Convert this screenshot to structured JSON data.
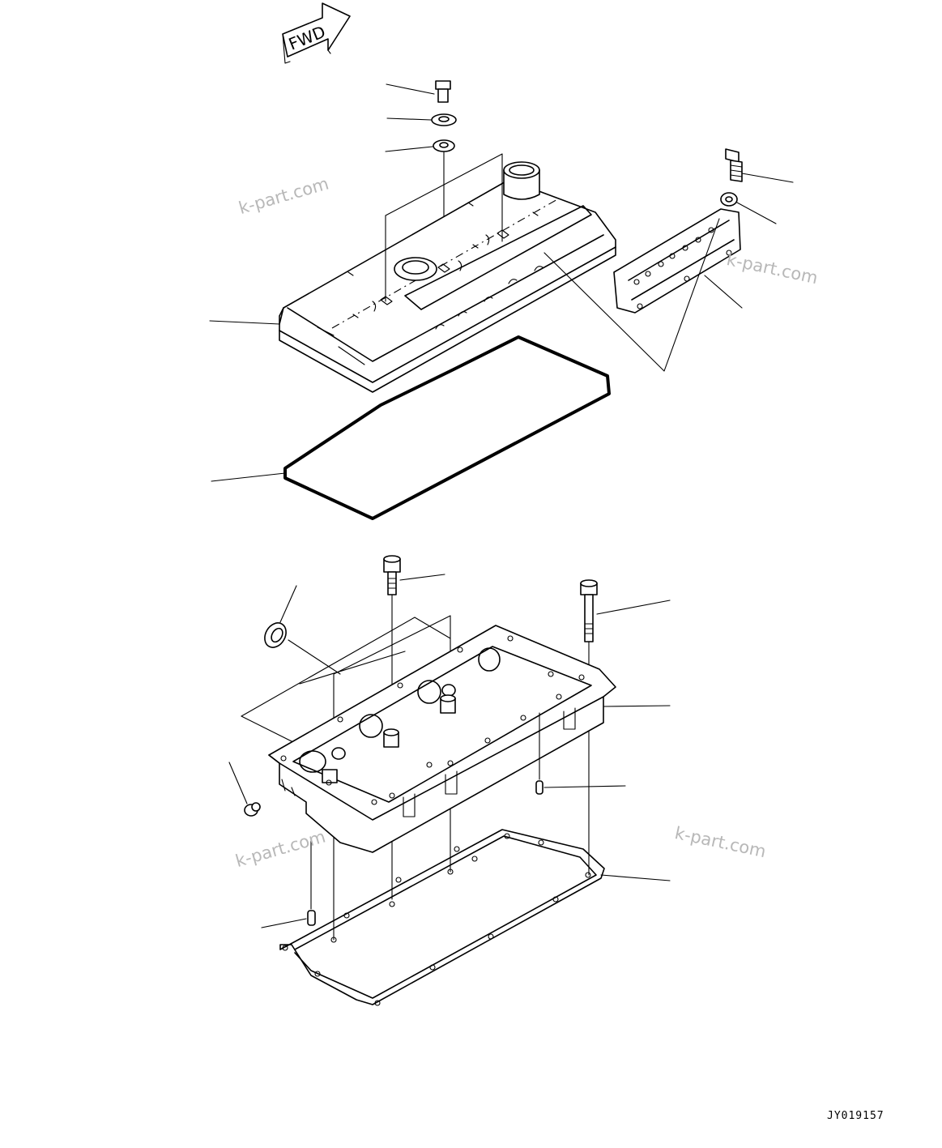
{
  "direction_badge": {
    "label": "FWD"
  },
  "watermarks": [
    "k-part.com",
    "k-part.com",
    "k-part.com",
    "k-part.com"
  ],
  "drawing_code": "JY019157",
  "colors": {
    "line": "#000000",
    "watermark": "#b8b8b8",
    "background": "#ffffff"
  }
}
